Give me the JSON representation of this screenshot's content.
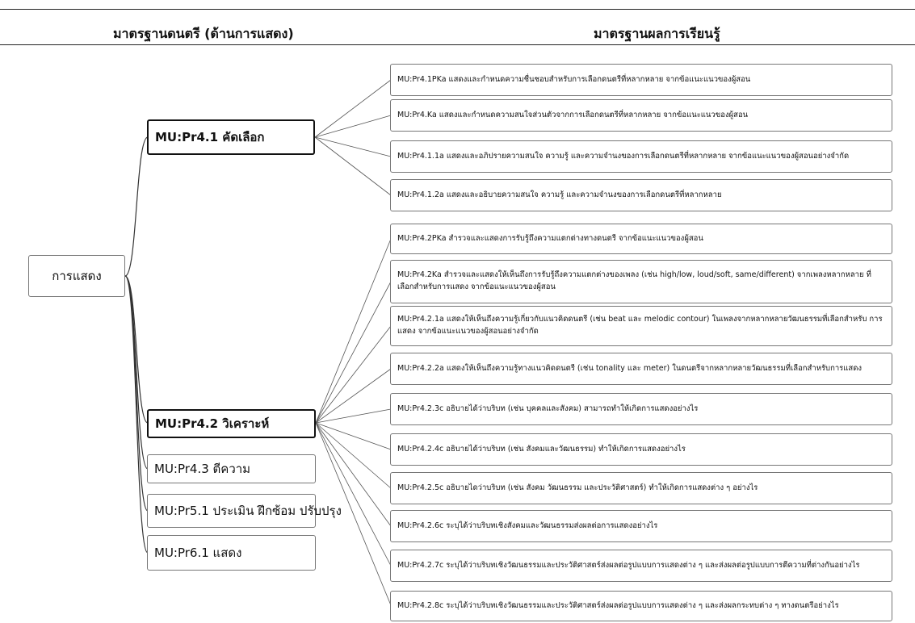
{
  "header": {
    "left": "มาตรฐานดนตรี (ด้านการแสดง)",
    "right": "มาตรฐานผลการเรียนรู้"
  },
  "root": {
    "label": "การแสดง"
  },
  "groups": [
    {
      "label": "MU:Pr4.1 คัดเลือก",
      "emphasized": true
    },
    {
      "label": "MU:Pr4.2 วิเคราะห์",
      "emphasized": true
    },
    {
      "label": "MU:Pr4.3 ตีความ",
      "emphasized": false
    },
    {
      "label": "MU:Pr5.1 ประเมิน ฝึกซ้อม ปรับปรุง",
      "emphasized": false
    },
    {
      "label": "MU:Pr6.1 แสดง",
      "emphasized": false
    }
  ],
  "outcomes": [
    {
      "text": "MU:Pr4.1PKa แสดงและกำหนดความชื่นชอบสำหรับการเลือกดนตรีที่หลากหลาย จากข้อแนะแนวของผู้สอน",
      "group": 0
    },
    {
      "text": "MU:Pr4.Ka แสดงและกำหนดความสนใจส่วนตัวจากการเลือกดนตรีที่หลากหลาย จากข้อแนะแนวของผู้สอน",
      "group": 0
    },
    {
      "text": "MU:Pr4.1.1a แสดงและอภิปรายความสนใจ ความรู้ และความจำนงของการเลือกดนตรีที่หลากหลาย จากข้อแนะแนวของผู้สอนอย่างจำกัด",
      "group": 0
    },
    {
      "text": "MU:Pr4.1.2a แสดงและอธิบายความสนใจ ความรู้ และความจำนงของการเลือกดนตรีที่หลากหลาย",
      "group": 0
    },
    {
      "text": "MU:Pr4.2PKa สำรวจและแสดงการรับรู้ถึงความแตกต่างทางดนตรี จากข้อแนะแนวของผู้สอน",
      "group": 1
    },
    {
      "text": "MU:Pr4.2Ka สำรวจและแสดงให้เห็นถึงการรับรู้ถึงความแตกต่างของเพลง (เช่น high/low, loud/soft, same/different) จากเพลงหลากหลาย ที่เลือกสำหรับการแสดง จากข้อแนะแนวของผู้สอน",
      "group": 1
    },
    {
      "text": "MU:Pr4.2.1a แสดงให้เห็นถึงความรู้เกี่ยวกับแนวคิดดนตรี (เช่น beat และ melodic contour) ในเพลงจากหลากหลายวัฒนธรรมที่เลือกสำหรับ การแสดง จากข้อแนะแนวของผู้สอนอย่างจำกัด",
      "group": 1
    },
    {
      "text": "MU:Pr4.2.2a แสดงให้เห็นถึงความรู้ทางแนวคิดดนตรี (เช่น tonality และ meter) ในดนตรีจากหลากหลายวัฒนธรรมที่เลือกสำหรับการแสดง",
      "group": 1
    },
    {
      "text": "MU:Pr4.2.3c อธิบายได้ว่าบริบท (เช่น บุคคลและสังคม) สามารถทำให้เกิดการแสดงอย่างไร",
      "group": 1
    },
    {
      "text": "MU:Pr4.2.4c อธิบายได้ว่าบริบท (เช่น สังคมและวัฒนธรรม) ทำให้เกิดการแสดงอย่างไร",
      "group": 1
    },
    {
      "text": "MU:Pr4.2.5c อธิบายไดว่าบริบท (เช่น สังคม วัฒนธรรม และประวัติศาสตร์) ทำให้เกิดการแสดงต่าง ๆ อย่างไร",
      "group": 1
    },
    {
      "text": "MU:Pr4.2.6c ระบุได้ว่าบริบทเชิงสังคมและวัฒนธรรมส่งผลต่อการแสดงอย่างไร",
      "group": 1
    },
    {
      "text": "MU:Pr4.2.7c ระบุได้ว่าบริบทเชิงวัฒนธรรมและประวัติศาสตร์ส่งผลต่อรูปแบบการแสดงต่าง ๆ และส่งผลต่อรูปแบบการตีความที่ต่างกันอย่างไร",
      "group": 1
    },
    {
      "text": "MU:Pr4.2.8c ระบุได้ว่าบริบทเชิงวัฒนธรรมและประวัติศาสตร์ส่งผลต่อรูปแบบการแสดงต่าง ๆ และส่งผลกระทบต่าง ๆ ทางดนตรีอย่างไร",
      "group": 1
    }
  ]
}
